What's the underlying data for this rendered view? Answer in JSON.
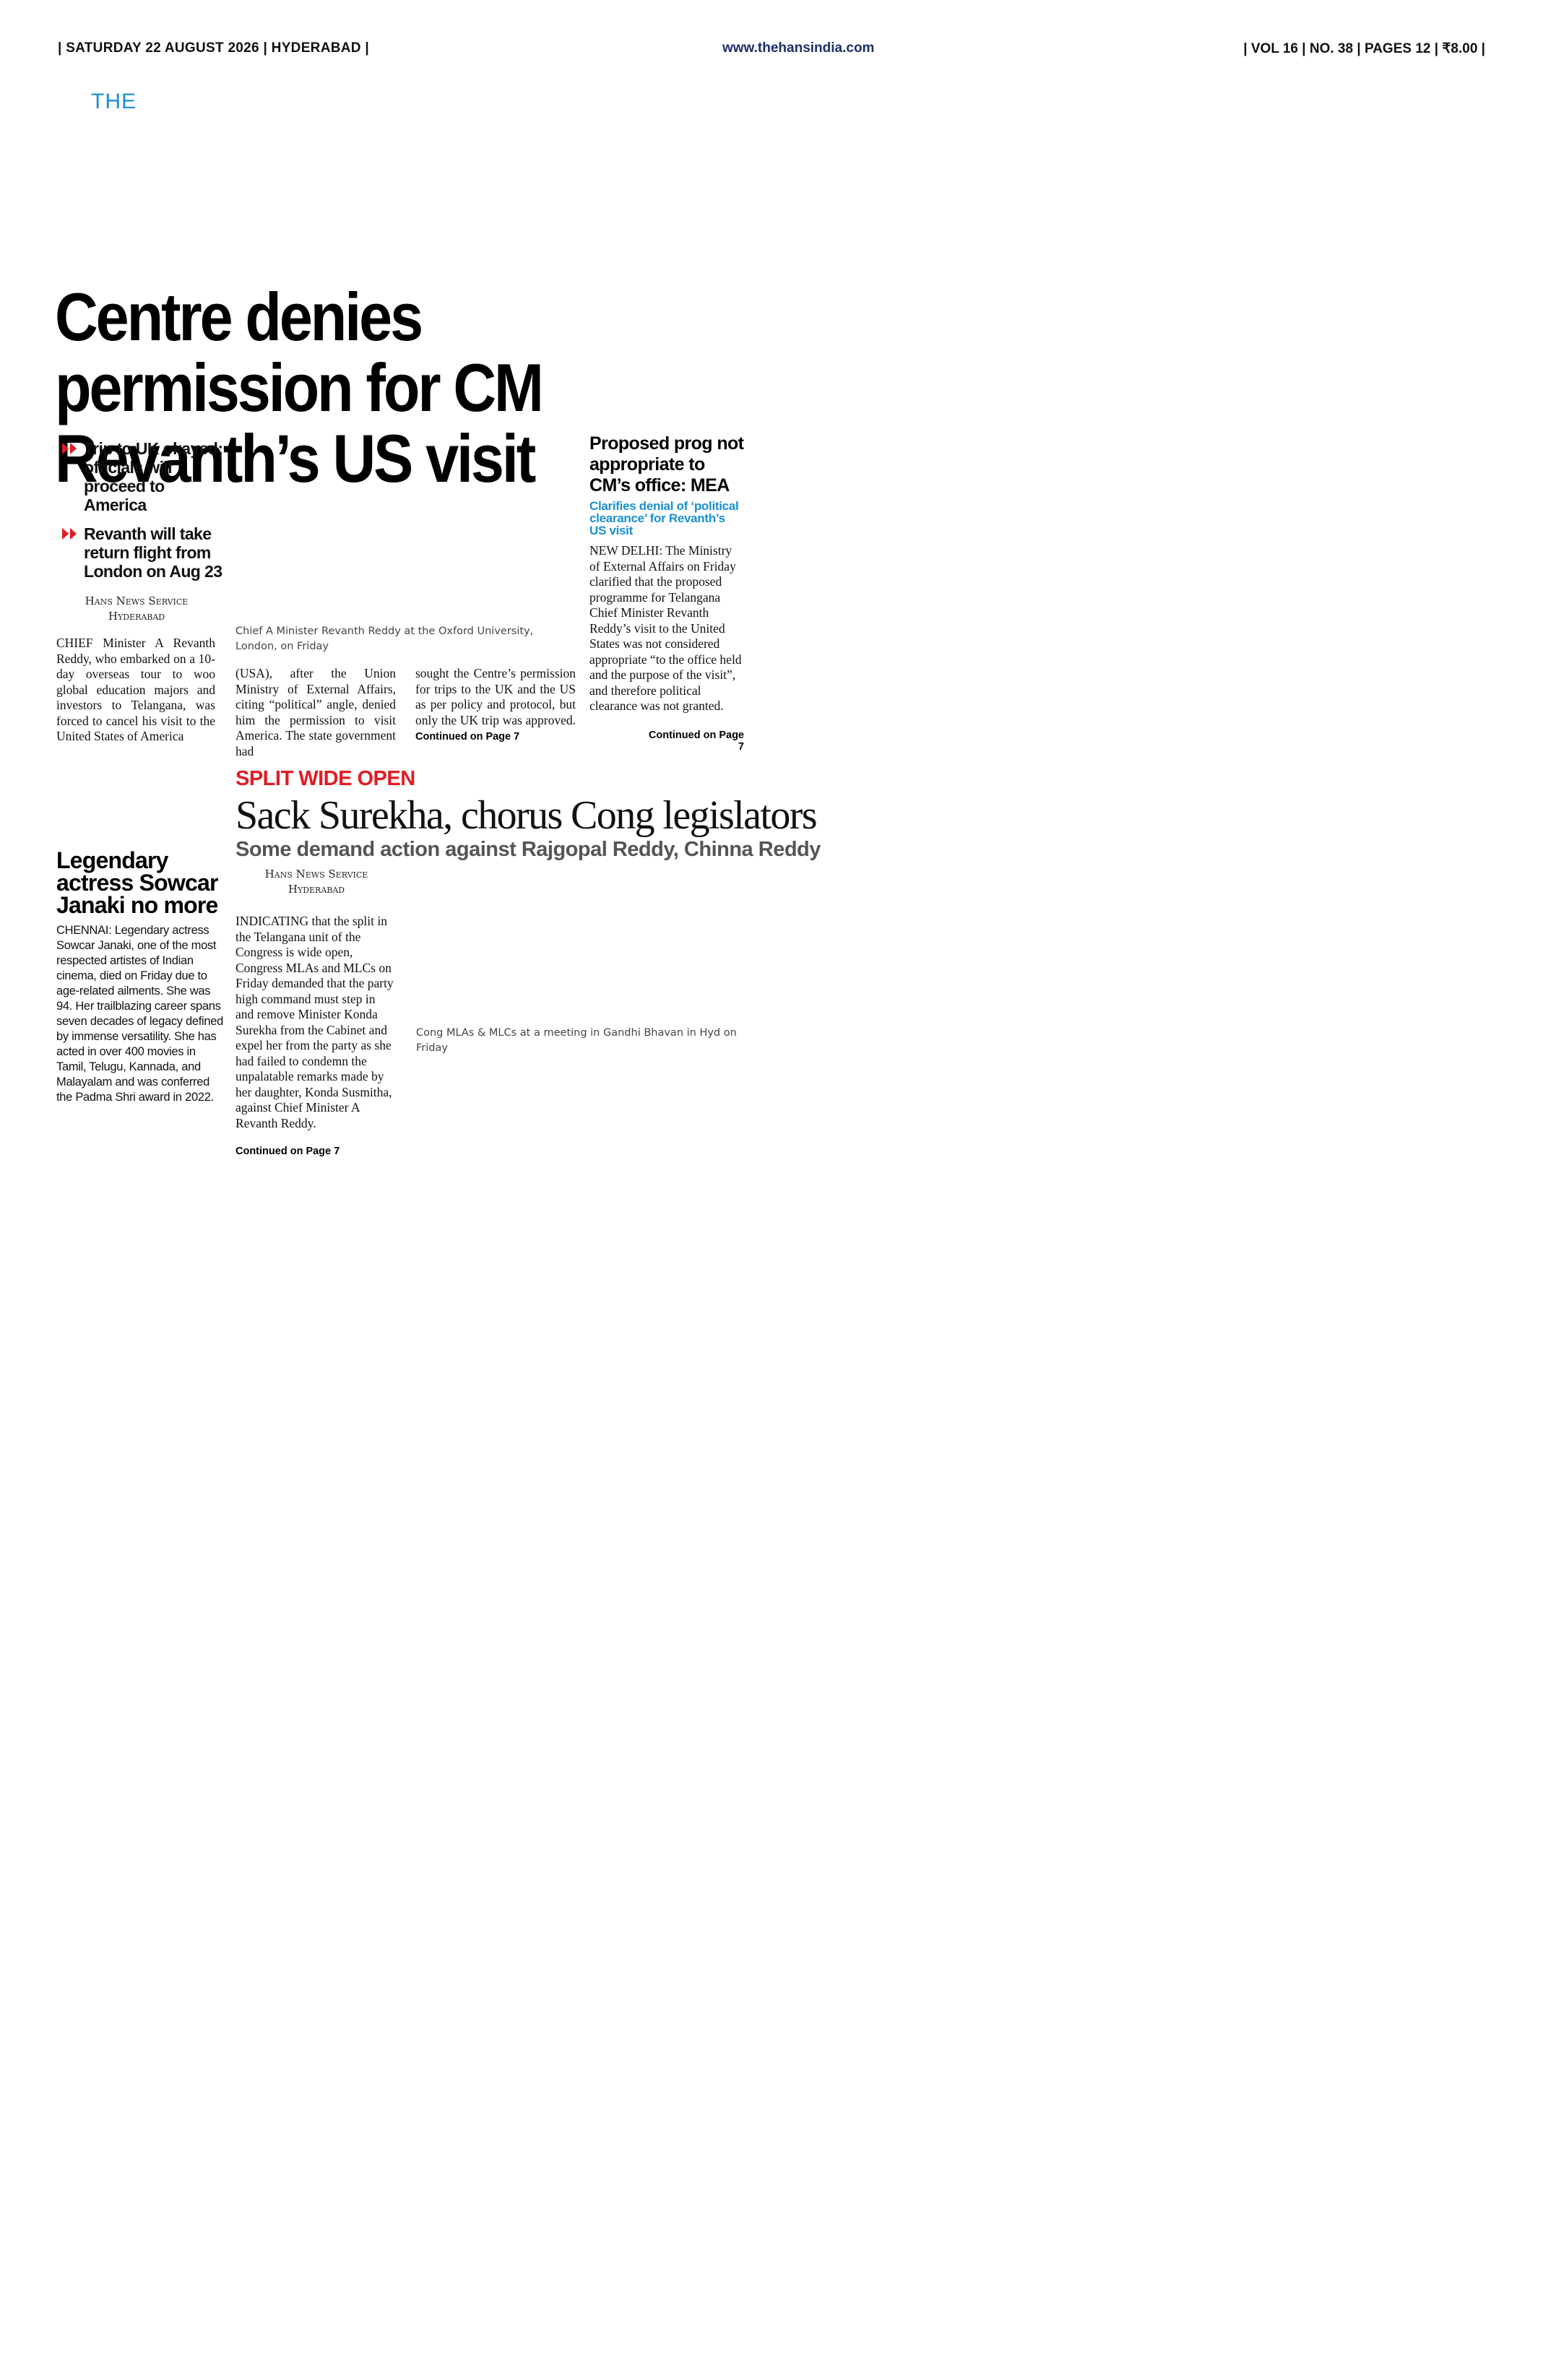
{
  "masthead": {
    "date_line": "| SATURDAY 22 AUGUST 2026 | HYDERABAD |",
    "website": "www.thehansindia.com",
    "issue_line": "| VOL 16 | NO. 38 | PAGES 12 | ₹8.00 |",
    "the_word": "THE"
  },
  "lead_story": {
    "headline": "Centre denies permission for CM Revanth’s US visit",
    "bullets": [
      "Trip to UK okayed; officials will proceed to America",
      "Revanth will take return flight from London on Aug 23"
    ],
    "byline_agency": "Hans News Service",
    "byline_place": "Hyderabad",
    "col1": "CHIEF Minister A Revanth Reddy, who embarked on a 10-day overseas tour to woo global education majors and investors to Telangana, was forced to cancel his visit to the United States of America",
    "col2": "(USA), after the Union Ministry of External Affairs, citing “political” angle, denied him the permission to visit America. The state government had",
    "col3": "sought the Centre’s permission for trips to the UK and the US as per policy and protocol, but only the UK trip was approved.",
    "continued": "Continued on Page 7",
    "photo_caption": "Chief A Minister Revanth Reddy at the Oxford University, London, on Friday"
  },
  "mea_story": {
    "headline": "Proposed prog not appropriate to CM’s office: MEA",
    "subhead": "Clarifies denial of ‘political clearance’ for Revanth’s US visit",
    "body": "NEW DELHI: The Ministry of External Affairs on Friday clarified that the proposed programme for Telangana Chief Minister Revanth Reddy’s visit to the United States was not considered appropriate “to the office held and the purpose of the visit”, and therefore political clearance was not granted.",
    "continued": "Continued on Page 7"
  },
  "congress_story": {
    "kicker": "SPLIT WIDE OPEN",
    "headline": "Sack Surekha, chorus Cong legislators",
    "deck": "Some demand action against Rajgopal Reddy, Chinna Reddy",
    "byline_agency": "Hans News Service",
    "byline_place": "Hyderabad",
    "body": "INDICATING that the split in the Telangana unit of the Congress is wide open, Congress MLAs and MLCs on Friday demanded that the party high command must step in and remove Minister Konda Surekha from the Cabinet and expel her from the party as she had failed to condemn the unpalatable remarks made by her daughter, Konda Susmitha, against Chief Minister A Revanth Reddy.",
    "continued": "Continued on Page 7",
    "photo_caption": "Cong MLAs & MLCs at a meeting in Gandhi Bhavan in Hyd on Friday"
  },
  "brief": {
    "headline": "Legendary actress Sowcar Janaki no more",
    "body": "CHENNAI: Legendary actress Sowcar Janaki, one of the most respected artistes of Indian cinema, died on Friday due to age-related ailments. She was 94. Her trailblazing career spans seven decades of legacy defined by immense versatility. She has acted in over 400 movies in Tamil, Telugu, Kannada, and Malayalam and was conferred the Padma Shri award in 2022."
  },
  "colors": {
    "accent_blue": "#1f8ed1",
    "kicker_red": "#e21b23",
    "bullet_red": "#e21b23"
  }
}
